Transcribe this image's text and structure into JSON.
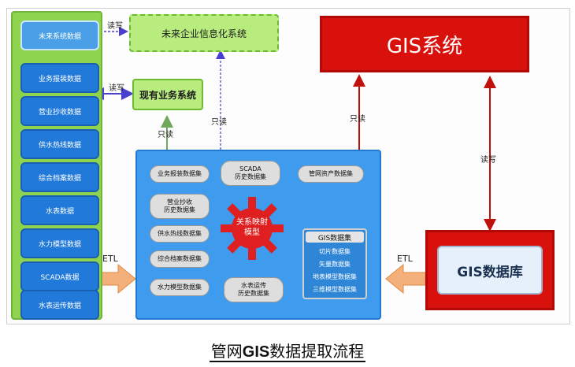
{
  "left_column": {
    "items": [
      "未来系统数据",
      "业务报装数据",
      "营业抄收数据",
      "供水热线数据",
      "综合档案数据",
      "水表数据",
      "水力模型数据",
      "SCADA数据",
      "水表运传数据"
    ]
  },
  "top_boxes": {
    "future_system": "未来企业信息化系统",
    "existing_system": "现有业务系统",
    "gis_system": "GIS系统",
    "gis_database": "GIS数据库"
  },
  "panel": {
    "datasets": [
      "业务报装数据集",
      "SCADA\n历史数据集",
      "管网资产数据集",
      "营业抄收\n历史数据集",
      "供水热线数据集",
      "综合档案数据集",
      "水力模型数据集",
      "水表运传\n历史数据集"
    ],
    "center_model": "关系映射\n模型",
    "gis_dataset": {
      "title": "GIS数据集",
      "rows": [
        "切片数据集",
        "矢量数据集",
        "地表模型数据集",
        "三维模型数据集"
      ]
    }
  },
  "labels": {
    "rw1": "读写",
    "rw2": "读写",
    "readonly1": "只读",
    "readonly2": "只读",
    "readonly3": "只读",
    "rw3": "读写",
    "etl_left": "ETL",
    "etl_right": "ETL"
  },
  "caption": {
    "prefix": "管网",
    "bold": "GIS",
    "suffix": "数据提取流程"
  },
  "colors": {
    "green": "#8ed44f",
    "blue": "#3f9bee",
    "red": "#d9110d",
    "orange": "#f0a050"
  }
}
